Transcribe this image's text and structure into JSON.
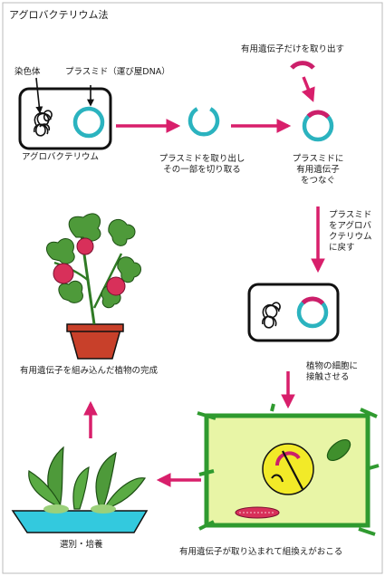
{
  "title": "アグロバクテリウム法",
  "labels": {
    "chromosome": "染色体",
    "plasmid": "プラスミド（運び屋DNA）",
    "agrobacterium": "アグロバクテリウム",
    "extract_cut_1": "プラスミドを取り出し",
    "extract_cut_2": "その一部を切り取る",
    "gene_only": "有用遺伝子だけを取り出す",
    "connect_1": "プラスミドに",
    "connect_2": "有用遺伝子",
    "connect_3": "をつなぐ",
    "return_1": "プラスミド",
    "return_2": "をアグロバ",
    "return_3": "クテリウム",
    "return_4": "に戻す",
    "infect_1": "植物の細胞に",
    "infect_2": "接触させる",
    "complete": "有用遺伝子を組み込んだ植物の完成",
    "select": "選別・培養",
    "recombine": "有用遺伝子が取り込まれて組換えがおこる"
  },
  "colors": {
    "plasmid": "#2bb3bf",
    "gene": "#cc1f6a",
    "arrow": "#d81f6b",
    "cell_fill": "#e8f5a6",
    "cell_wall": "#2f9a2f",
    "tomato": "#d8305a",
    "pot": "#c8402a",
    "tray": "#33c9de",
    "leaf": "#4e9a3a"
  },
  "icons": [
    "chromosome-icon",
    "plasmid-icon",
    "gene-fragment-icon",
    "tomato-plant-icon",
    "seedlings-icon",
    "plant-cell-icon"
  ]
}
